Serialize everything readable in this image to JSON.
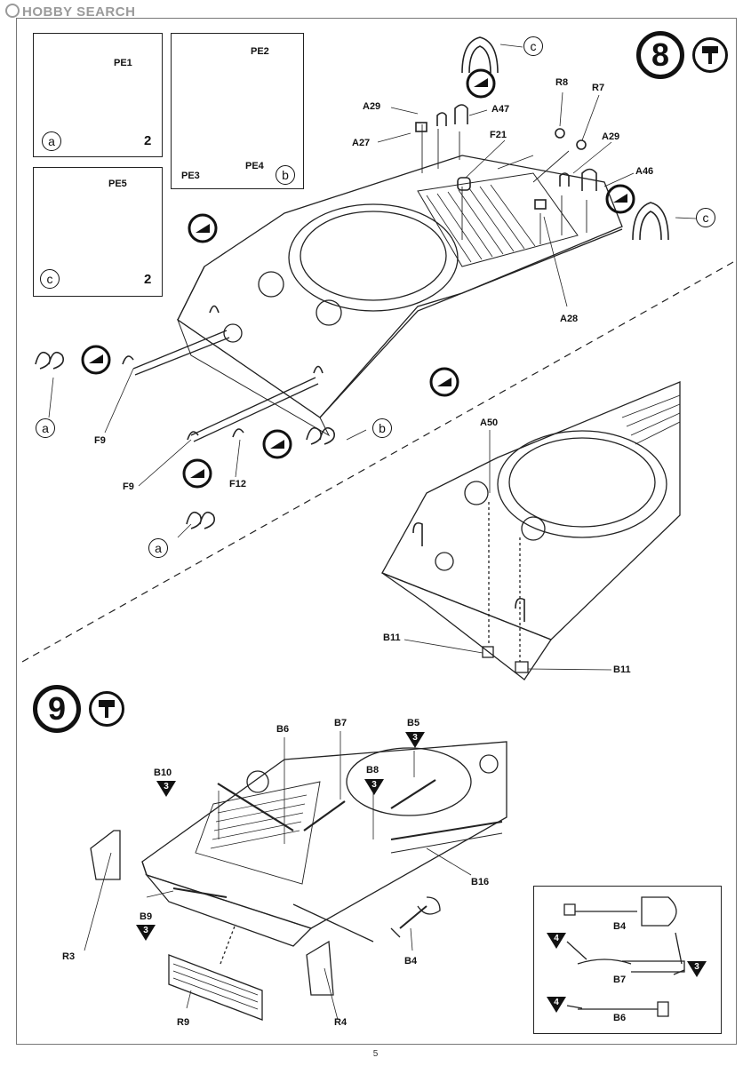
{
  "watermark": "HOBBY SEARCH",
  "page_number": "5",
  "step8": {
    "number": "8",
    "insets": [
      {
        "letter": "a",
        "part": "PE1",
        "qty": "2"
      },
      {
        "letter": "b",
        "parts": [
          "PE2",
          "PE3",
          "PE4"
        ]
      },
      {
        "letter": "c",
        "part": "PE5",
        "qty": "2"
      }
    ],
    "parts": [
      "A29",
      "A47",
      "A27",
      "F21",
      "R8",
      "R7",
      "A29",
      "A46",
      "A28",
      "F9",
      "F9",
      "F12",
      "A50",
      "B11",
      "B11"
    ],
    "callouts": [
      "a",
      "a",
      "b",
      "c",
      "c"
    ]
  },
  "step9": {
    "number": "9",
    "parts": [
      "B6",
      "B7",
      "B5",
      "B10",
      "B8",
      "B16",
      "B9",
      "B4",
      "R3",
      "R9",
      "R4"
    ],
    "paint_refs": {
      "B10": "3",
      "B8": "3",
      "B5": "3",
      "B9": "3"
    },
    "detail_inset": {
      "parts": [
        "B4",
        "B7",
        "B6"
      ],
      "paint_refs": [
        "4",
        "3",
        "4"
      ]
    }
  }
}
